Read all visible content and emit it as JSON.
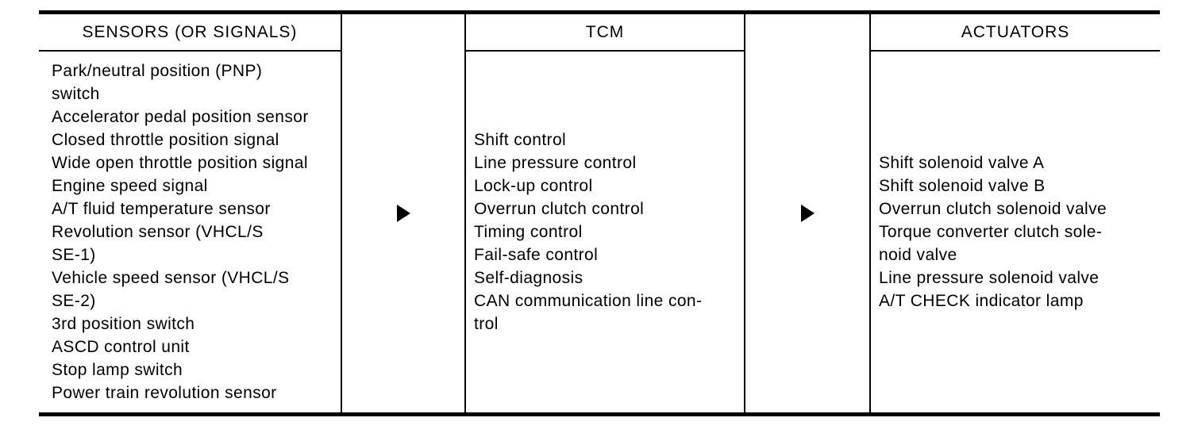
{
  "diagram": {
    "description": "TCM input-output signal flow diagram",
    "colors": {
      "ink": "#000000",
      "background": "#ffffff"
    },
    "arrows": [
      {
        "direction": "right",
        "from": "SENSORS (OR SIGNALS)",
        "to": "TCM"
      },
      {
        "direction": "right",
        "from": "TCM",
        "to": "ACTUATORS"
      }
    ],
    "columns": [
      {
        "header": "SENSORS (OR SIGNALS)",
        "items": [
          "Park/neutral position (PNP)\nswitch",
          "Accelerator pedal position sensor",
          "Closed throttle position signal",
          "Wide open throttle position signal",
          "Engine speed signal",
          "A/T fluid temperature sensor",
          "Revolution sensor (VHCL/S\nSE-1)",
          "Vehicle speed sensor (VHCL/S\nSE-2)",
          "3rd position switch",
          "ASCD control unit",
          "Stop lamp switch",
          "Power train revolution sensor"
        ]
      },
      {
        "header": "TCM",
        "items": [
          "Shift control",
          "Line pressure control",
          "Lock-up control",
          "Overrun clutch control",
          "Timing control",
          "Fail-safe control",
          "Self-diagnosis",
          "CAN communication line con-\ntrol"
        ]
      },
      {
        "header": "ACTUATORS",
        "items": [
          "Shift solenoid valve A",
          "Shift solenoid valve B",
          "Overrun clutch solenoid valve",
          "Torque converter clutch sole-\nnoid valve",
          "Line pressure solenoid valve",
          "A/T CHECK indicator lamp"
        ]
      }
    ]
  }
}
